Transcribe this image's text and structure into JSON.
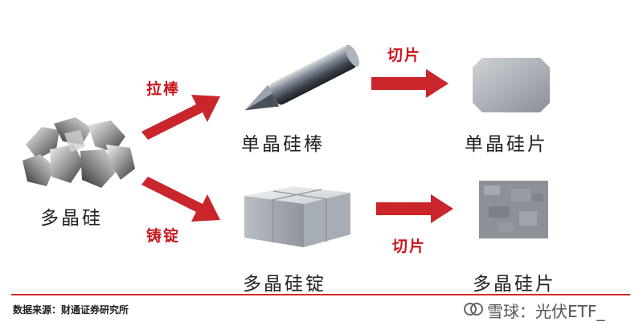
{
  "nodes": {
    "polysilicon": "多晶硅",
    "mono_ingot": "单晶硅棒",
    "mono_wafer": "单晶硅片",
    "poly_ingot": "多晶硅锭",
    "poly_wafer": "多晶硅片"
  },
  "edges": {
    "pull": "拉棒",
    "cast": "铸锭",
    "slice_top": "切片",
    "slice_bottom": "切片"
  },
  "footer": {
    "source": "数据来源：财通证券研究所",
    "watermark": "雪球：光伏ETF_"
  },
  "colors": {
    "arrow": "#c9252b",
    "divider": "#cc2b2b"
  }
}
